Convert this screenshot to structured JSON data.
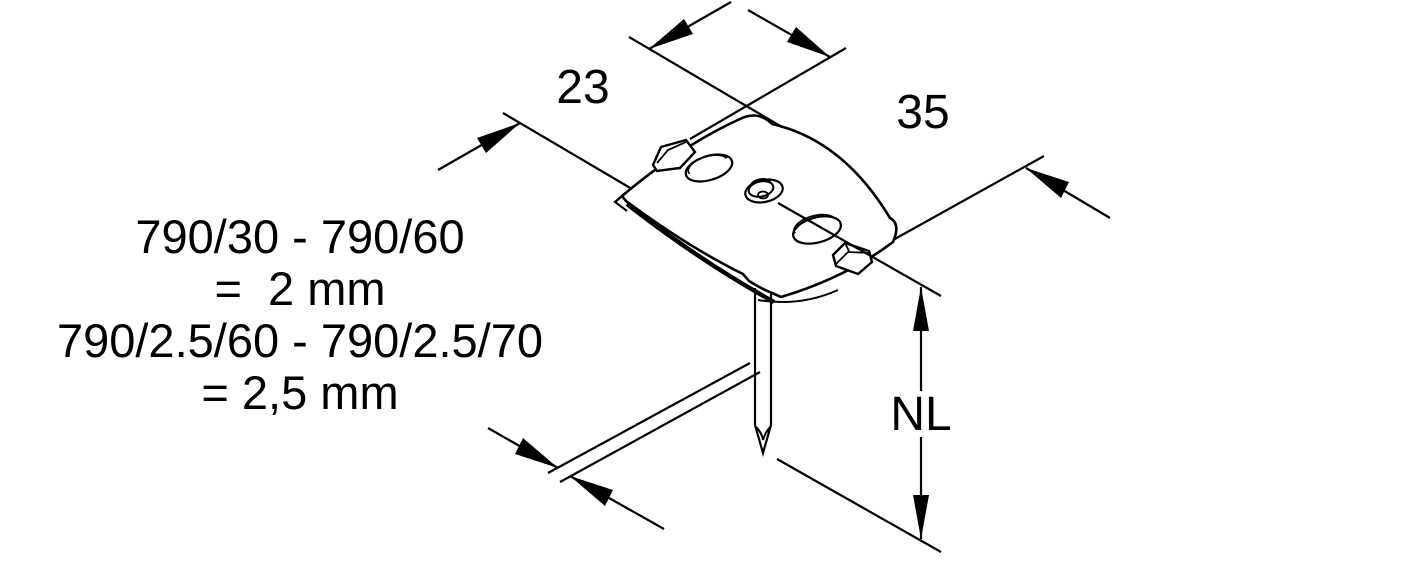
{
  "drawing": {
    "title": "plate-head nail technical drawing",
    "colors": {
      "ink": "#000000",
      "background": "#ffffff"
    },
    "dimensions": {
      "plate_width": "23",
      "plate_length": "35",
      "nail_length": "NL"
    },
    "variant_note": {
      "line1": "790/30 - 790/60",
      "line2": "=  2 mm",
      "line3": "790/2.5/60 - 790/2.5/70",
      "line4": "= 2,5 mm"
    }
  }
}
